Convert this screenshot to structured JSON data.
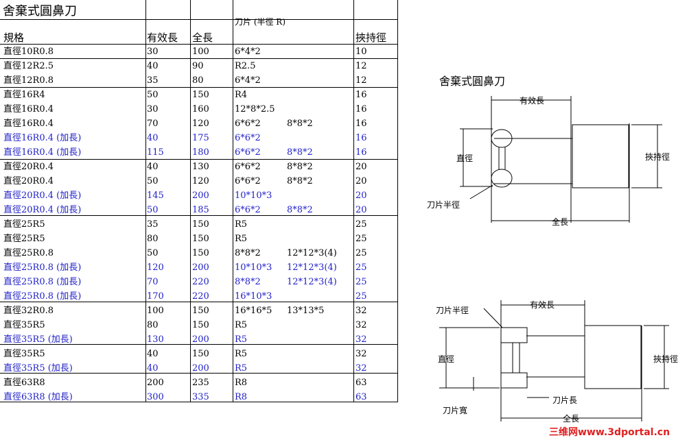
{
  "table": {
    "title": "舍棄式圓鼻刀",
    "headers": {
      "spec": "規格",
      "effective_length": "有效長",
      "overall_length": "全長",
      "blade": "刀片 (半徑 R)",
      "shank": "挾持徑"
    },
    "rows": [
      {
        "spec": "直徑10R0.8",
        "eff": "30",
        "total": "100",
        "bladeA": "6*4*2",
        "bladeB": "",
        "shank": "10",
        "blue": false
      },
      {
        "spec": "直徑12R2.5",
        "eff": "40",
        "total": "90",
        "bladeA": "R2.5",
        "bladeB": "",
        "shank": "12",
        "blue": false
      },
      {
        "spec": "直徑12R0.8",
        "eff": "35",
        "total": "80",
        "bladeA": "6*4*2",
        "bladeB": "",
        "shank": "12",
        "blue": false
      },
      {
        "spec": "直徑16R4",
        "eff": "50",
        "total": "150",
        "bladeA": "R4",
        "bladeB": "",
        "shank": "16",
        "blue": false
      },
      {
        "spec": "直徑16R0.4",
        "eff": "30",
        "total": "160",
        "bladeA": "12*8*2.5",
        "bladeB": "",
        "shank": "16",
        "blue": false
      },
      {
        "spec": "直徑16R0.4",
        "eff": "70",
        "total": "120",
        "bladeA": "6*6*2",
        "bladeB": "8*8*2",
        "shank": "16",
        "blue": false
      },
      {
        "spec": "直徑16R0.4 (加長)",
        "eff": "40",
        "total": "175",
        "bladeA": "6*6*2",
        "bladeB": "",
        "shank": "16",
        "blue": true
      },
      {
        "spec": "直徑16R0.4 (加長)",
        "eff": "115",
        "total": "180",
        "bladeA": "6*6*2",
        "bladeB": "8*8*2",
        "shank": "16",
        "blue": true
      },
      {
        "spec": "直徑20R0.4",
        "eff": "40",
        "total": "130",
        "bladeA": "6*6*2",
        "bladeB": "8*8*2",
        "shank": "20",
        "blue": false
      },
      {
        "spec": "直徑20R0.4",
        "eff": "50",
        "total": "120",
        "bladeA": "6*6*2",
        "bladeB": "8*8*2",
        "shank": "20",
        "blue": false
      },
      {
        "spec": "直徑20R0.4 (加長)",
        "eff": "145",
        "total": "200",
        "bladeA": "10*10*3",
        "bladeB": "",
        "shank": "20",
        "blue": true
      },
      {
        "spec": "直徑20R0.4 (加長)",
        "eff": "50",
        "total": "185",
        "bladeA": "6*6*2",
        "bladeB": "8*8*2",
        "shank": "20",
        "blue": true
      },
      {
        "spec": "直徑25R5",
        "eff": "35",
        "total": "150",
        "bladeA": "R5",
        "bladeB": "",
        "shank": "25",
        "blue": false
      },
      {
        "spec": "直徑25R5",
        "eff": "80",
        "total": "150",
        "bladeA": "R5",
        "bladeB": "",
        "shank": "25",
        "blue": false
      },
      {
        "spec": "直徑25R0.8",
        "eff": "50",
        "total": "150",
        "bladeA": "8*8*2",
        "bladeB": "12*12*3(4)",
        "shank": "25",
        "blue": false
      },
      {
        "spec": "直徑25R0.8 (加長)",
        "eff": "120",
        "total": "200",
        "bladeA": "10*10*3",
        "bladeB": "12*12*3(4)",
        "shank": "25",
        "blue": true
      },
      {
        "spec": "直徑25R0.8 (加長)",
        "eff": "70",
        "total": "220",
        "bladeA": "8*8*2",
        "bladeB": "12*12*3(4)",
        "shank": "25",
        "blue": true
      },
      {
        "spec": "直徑25R0.8 (加長)",
        "eff": "170",
        "total": "220",
        "bladeA": "16*10*3",
        "bladeB": "",
        "shank": "25",
        "blue": true
      },
      {
        "spec": "直徑32R0.8",
        "eff": "100",
        "total": "150",
        "bladeA": "16*16*5",
        "bladeB": "13*13*5",
        "shank": "32",
        "blue": false
      },
      {
        "spec": "直徑35R5",
        "eff": "80",
        "total": "150",
        "bladeA": "R5",
        "bladeB": "",
        "shank": "32",
        "blue": false
      },
      {
        "spec": "直徑35R5 (加長)",
        "eff": "130",
        "total": "200",
        "bladeA": "R5",
        "bladeB": "",
        "shank": "32",
        "blue": true
      },
      {
        "spec": "直徑35R5",
        "eff": "40",
        "total": "150",
        "bladeA": "R5",
        "bladeB": "",
        "shank": "32",
        "blue": false
      },
      {
        "spec": "直徑35R5 (加長)",
        "eff": "40",
        "total": "200",
        "bladeA": "R5",
        "bladeB": "",
        "shank": "32",
        "blue": true
      },
      {
        "spec": "直徑63R8",
        "eff": "200",
        "total": "235",
        "bladeA": "R8",
        "bladeB": "",
        "shank": "63",
        "blue": false
      },
      {
        "spec": "直徑63R8 (加長)",
        "eff": "300",
        "total": "335",
        "bladeA": "R8",
        "bladeB": "",
        "shank": "63",
        "blue": true
      }
    ]
  },
  "diagram1": {
    "title": "舍棄式圓鼻刀",
    "labels": {
      "effective": "有效長",
      "diameter": "直徑",
      "shank": "挾持徑",
      "blade_radius": "刀片半徑",
      "total": "全長"
    }
  },
  "diagram2": {
    "labels": {
      "blade_radius": "刀片半徑",
      "effective": "有效長",
      "diameter": "直徑",
      "shank": "挾持徑",
      "blade_length": "刀片長",
      "blade_width": "刀片寬",
      "total": "全長"
    }
  },
  "colors": {
    "blue_rows": "#2020c8",
    "watermark": "#e02020"
  },
  "watermark": "三维网www.3dportal.cn"
}
